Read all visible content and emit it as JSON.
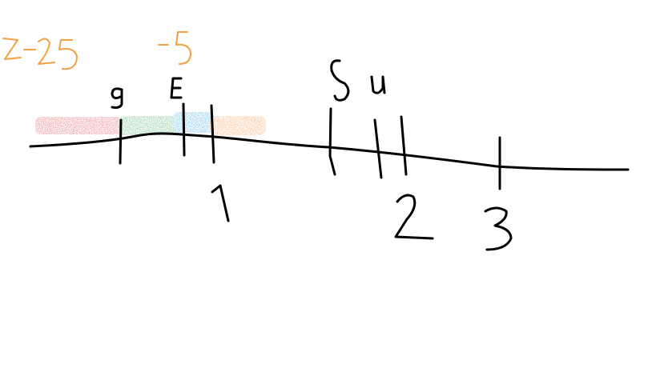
{
  "annotations": {
    "orange_left": "z-25",
    "orange_mid": "-5",
    "black_g": "g",
    "black_e": "E",
    "black_s": "S",
    "black_u": "u",
    "num1": "1",
    "num2": "2",
    "num3": "3"
  },
  "colors": {
    "ink": "#000000",
    "orange_text": "#f2a040",
    "band_red": "#d9363e",
    "band_green": "#37a04a",
    "band_blue": "#1c9bd6",
    "band_orange": "#ee8a2c"
  }
}
